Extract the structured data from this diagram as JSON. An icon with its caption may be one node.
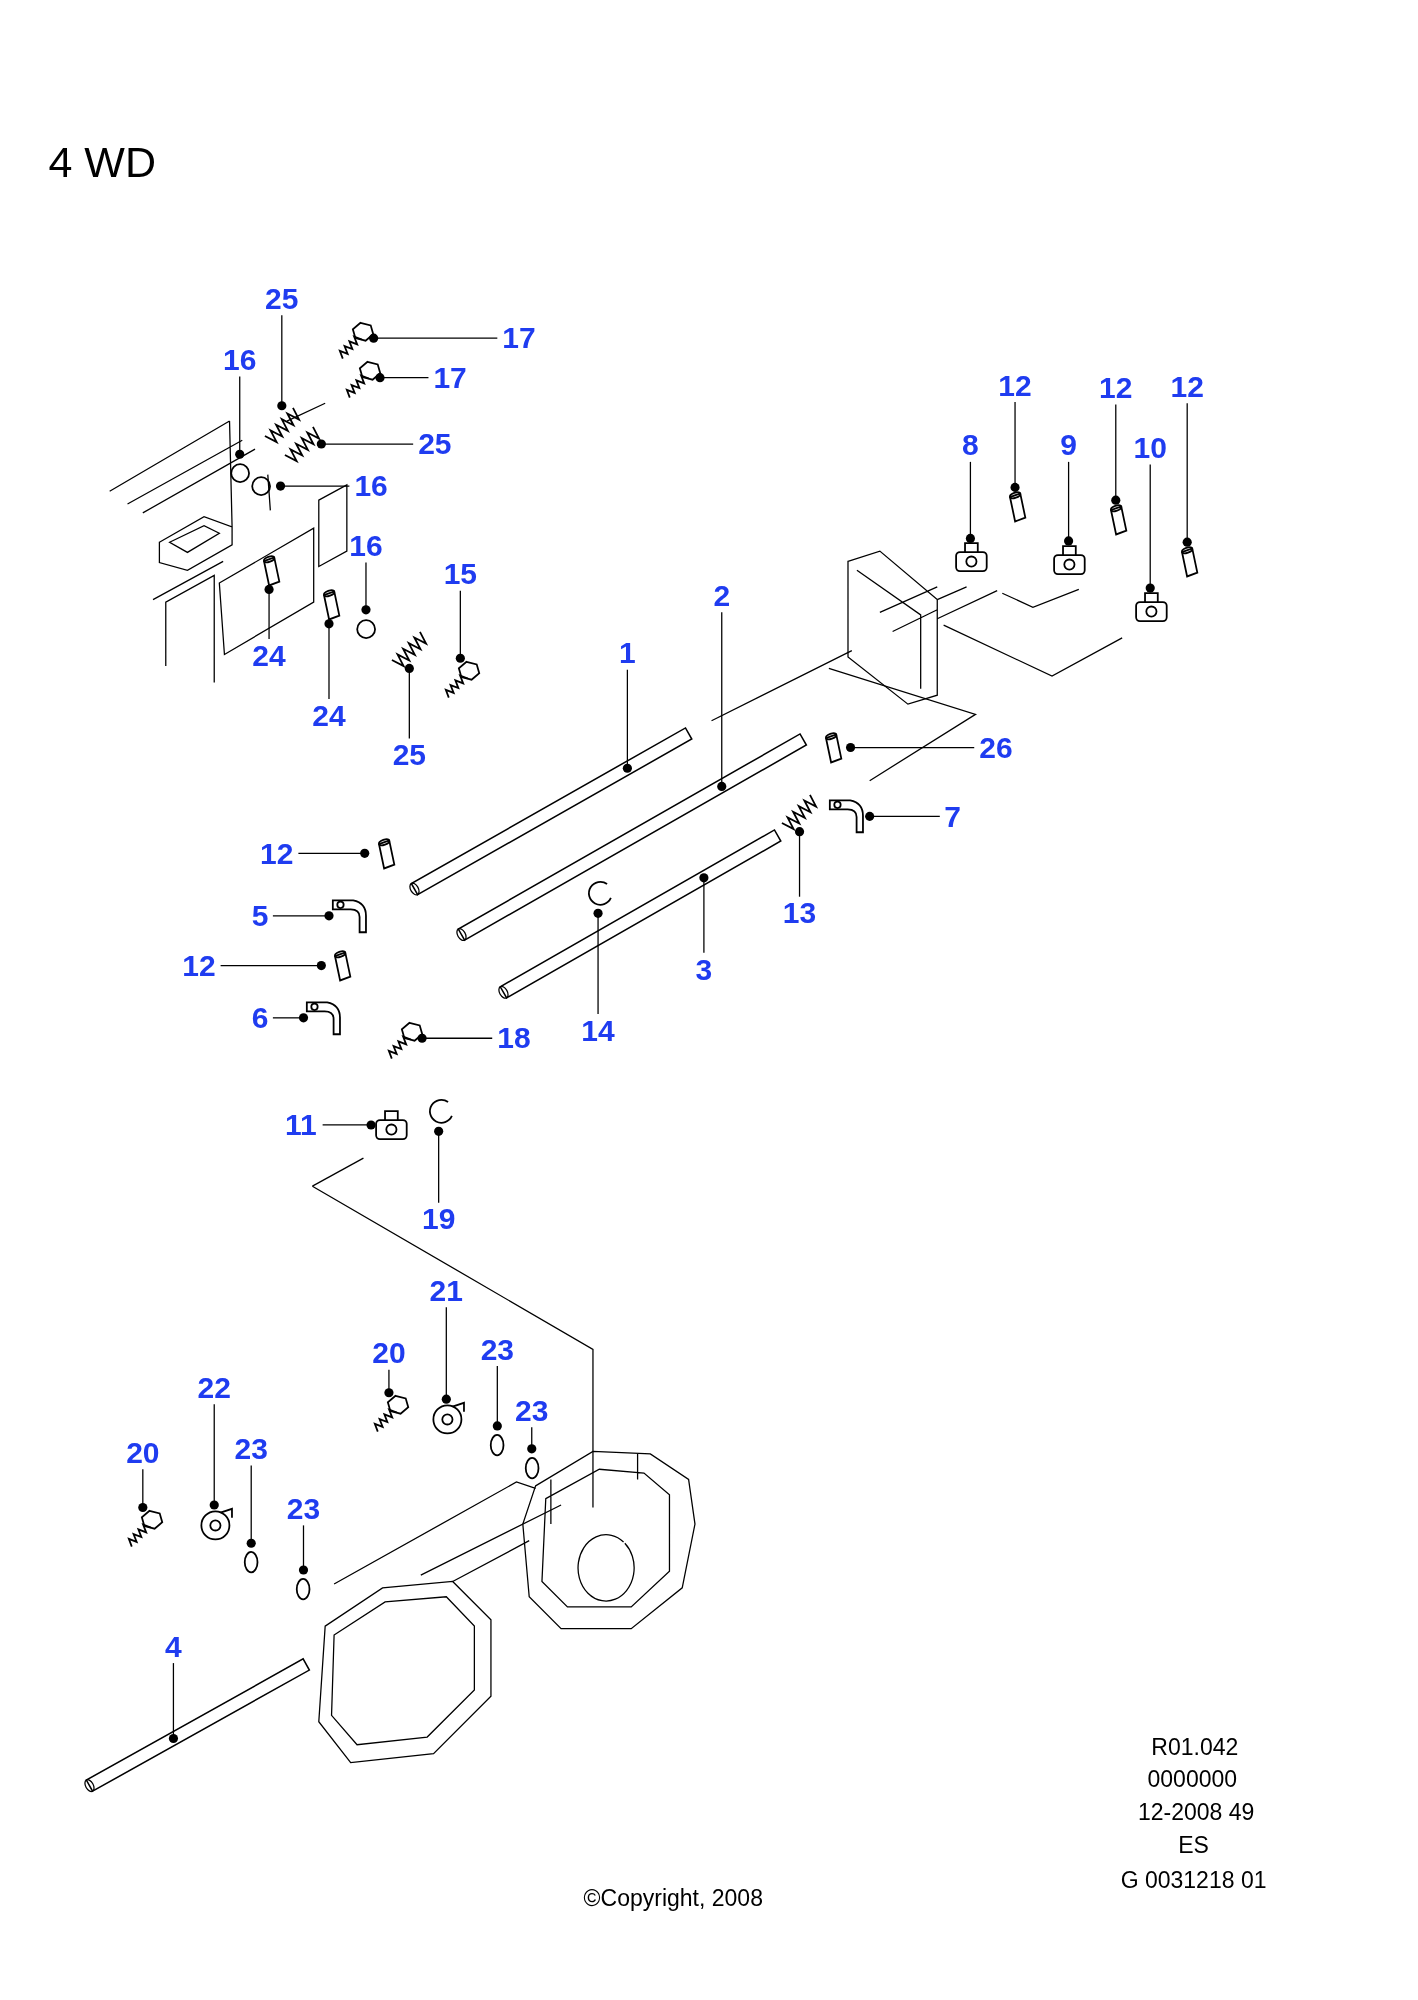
{
  "diagram": {
    "title": "4 WD",
    "nodes": [
      {
        "text": [
          "25"
        ]
      },
      {
        "text": [],
        "shape": "picture"
      },
      {
        "text": [
          "16"
        ]
      },
      {
        "text": [],
        "shape": "circle"
      },
      {
        "text": [
          "17"
        ]
      },
      {
        "text": [],
        "shape": "picture"
      },
      {
        "text": [
          "17"
        ]
      },
      {
        "text": [],
        "shape": "picture"
      },
      {
        "text": [
          "25"
        ]
      },
      {
        "text": [],
        "shape": "picture"
      },
      {
        "text": [
          "16"
        ]
      },
      {
        "text": [],
        "shape": "circle"
      },
      {
        "text": [
          "16"
        ]
      },
      {
        "text": [],
        "shape": "circle"
      },
      {
        "text": [
          "15"
        ]
      },
      {
        "text": [],
        "shape": "picture"
      },
      {
        "text": [
          "24"
        ]
      },
      {
        "text": [],
        "shape": "picture"
      },
      {
        "text": [
          "24"
        ]
      },
      {
        "text": [],
        "shape": "picture"
      },
      {
        "text": [
          "25"
        ]
      },
      {
        "text": [],
        "shape": "picture"
      },
      {
        "text": [
          "1"
        ]
      },
      {
        "text": [],
        "shape": "picture"
      },
      {
        "text": [
          "2"
        ]
      },
      {
        "text": [],
        "shape": "picture"
      },
      {
        "text": [
          "12"
        ]
      },
      {
        "text": [],
        "shape": "picture"
      },
      {
        "text": [
          "8"
        ]
      },
      {
        "text": [],
        "shape": "picture"
      },
      {
        "text": [
          "12"
        ]
      },
      {
        "text": [],
        "shape": "picture"
      },
      {
        "text": [
          "9"
        ]
      },
      {
        "text": [],
        "shape": "picture"
      },
      {
        "text": [
          "12"
        ]
      },
      {
        "text": [],
        "shape": "picture"
      },
      {
        "text": [
          "10"
        ]
      },
      {
        "text": [],
        "shape": "picture"
      },
      {
        "text": [
          "26"
        ]
      },
      {
        "text": [],
        "shape": "picture"
      },
      {
        "text": [
          "7"
        ]
      },
      {
        "text": [],
        "shape": "picture"
      },
      {
        "text": [
          "12"
        ]
      },
      {
        "text": [],
        "shape": "picture"
      },
      {
        "text": [
          "5"
        ]
      },
      {
        "text": [],
        "shape": "picture"
      },
      {
        "text": [
          "13"
        ]
      },
      {
        "text": [],
        "shape": "picture"
      },
      {
        "text": [
          "14"
        ]
      },
      {
        "text": [],
        "shape": "picture"
      },
      {
        "text": [
          "3"
        ]
      },
      {
        "text": [],
        "shape": "picture"
      },
      {
        "text": [
          "12"
        ]
      },
      {
        "text": [],
        "shape": "picture"
      },
      {
        "text": [
          "6"
        ]
      },
      {
        "text": [],
        "shape": "picture"
      },
      {
        "text": [
          "18"
        ]
      },
      {
        "text": [],
        "shape": "picture"
      },
      {
        "text": [
          "11"
        ]
      },
      {
        "text": [],
        "shape": "picture"
      },
      {
        "text": [
          "19"
        ]
      },
      {
        "text": [],
        "shape": "picture"
      },
      {
        "text": [
          "21"
        ]
      },
      {
        "text": [],
        "shape": "picture"
      },
      {
        "text": [
          "20"
        ]
      },
      {
        "text": [],
        "shape": "picture"
      },
      {
        "text": [
          "23"
        ]
      },
      {
        "text": [],
        "shape": "circle"
      },
      {
        "text": [
          "23"
        ]
      },
      {
        "text": [],
        "shape": "circle"
      },
      {
        "text": [
          "22"
        ]
      },
      {
        "text": [],
        "shape": "picture"
      },
      {
        "text": [
          "20"
        ]
      },
      {
        "text": [],
        "shape": "picture"
      },
      {
        "text": [
          "23"
        ]
      },
      {
        "text": [],
        "shape": "circle"
      },
      {
        "text": [
          "23"
        ]
      },
      {
        "text": [],
        "shape": "circle"
      },
      {
        "text": [
          "4"
        ]
      },
      {
        "text": [],
        "shape": "picture"
      }
    ],
    "edges": [
      {
        "from": 0,
        "to": 1,
        "arrow": "other"
      },
      {
        "from": 2,
        "to": 3,
        "arrow": "other"
      },
      {
        "from": 4,
        "to": 5,
        "arrow": "other"
      },
      {
        "from": 6,
        "to": 7,
        "arrow": "other"
      },
      {
        "from": 8,
        "to": 9,
        "arrow": "other"
      },
      {
        "from": 10,
        "to": 11,
        "arrow": "other"
      },
      {
        "from": 12,
        "to": 13,
        "arrow": "other"
      },
      {
        "from": 14,
        "to": 15,
        "arrow": "other"
      },
      {
        "from": 16,
        "to": 17,
        "arrow": "other"
      },
      {
        "from": 18,
        "to": 19,
        "arrow": "other"
      },
      {
        "from": 20,
        "to": 21,
        "arrow": "other"
      },
      {
        "from": 22,
        "to": 23,
        "arrow": "other"
      },
      {
        "from": 24,
        "to": 25,
        "arrow": "other"
      },
      {
        "from": 26,
        "to": 27,
        "arrow": "other"
      },
      {
        "from": 28,
        "to": 29,
        "arrow": "other"
      },
      {
        "from": 30,
        "to": 31,
        "arrow": "other"
      },
      {
        "from": 32,
        "to": 33,
        "arrow": "other"
      },
      {
        "from": 34,
        "to": 35,
        "arrow": "other"
      },
      {
        "from": 36,
        "to": 37,
        "arrow": "other"
      },
      {
        "from": 38,
        "to": 39,
        "arrow": "other"
      },
      {
        "from": 40,
        "to": 41,
        "arrow": "other"
      },
      {
        "from": 42,
        "to": 43,
        "arrow": "other"
      },
      {
        "from": 44,
        "to": 45,
        "arrow": "other"
      },
      {
        "from": 46,
        "to": 47,
        "arrow": "other"
      },
      {
        "from": 48,
        "to": 49,
        "arrow": "other"
      },
      {
        "from": 50,
        "to": 51,
        "arrow": "other"
      },
      {
        "from": 52,
        "to": 53,
        "arrow": "other"
      },
      {
        "from": 54,
        "to": 55,
        "arrow": "other"
      },
      {
        "from": 56,
        "to": 57,
        "arrow": "other"
      },
      {
        "from": 58,
        "to": 59,
        "arrow": "other"
      },
      {
        "from": 60,
        "to": 61,
        "arrow": "other"
      },
      {
        "from": 62,
        "to": 63,
        "arrow": "other"
      },
      {
        "from": 64,
        "to": 65,
        "arrow": "other"
      },
      {
        "from": 66,
        "to": 67,
        "arrow": "other"
      },
      {
        "from": 68,
        "to": 69,
        "arrow": "other"
      },
      {
        "from": 70,
        "to": 71,
        "arrow": "other"
      },
      {
        "from": 72,
        "to": 73,
        "arrow": "other"
      },
      {
        "from": 74,
        "to": 75,
        "arrow": "other"
      },
      {
        "from": 76,
        "to": 77,
        "arrow": "other"
      },
      {
        "from": 78,
        "to": 79,
        "arrow": "other"
      }
    ],
    "labels": [
      "R01.042",
      "0000000",
      "12-2008 49",
      "ES",
      "G 0031218 01",
      "©Copyright, 2008"
    ]
  }
}
